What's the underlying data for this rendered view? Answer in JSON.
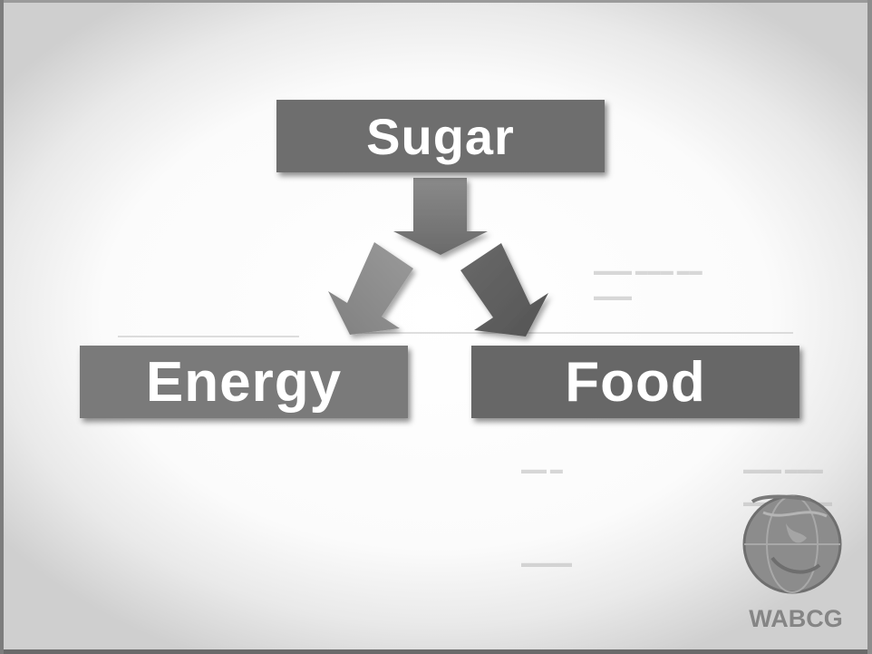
{
  "diagram": {
    "source": {
      "label": "Sugar"
    },
    "targets": [
      {
        "label": "Energy"
      },
      {
        "label": "Food"
      }
    ],
    "edges": [
      {
        "from": "Sugar",
        "to": "Energy"
      },
      {
        "from": "Sugar",
        "to": "Food"
      }
    ]
  },
  "branding": {
    "logo_text": "WABCG",
    "logo_icon": "globe-icon"
  },
  "colors": {
    "sugar_box": "#6e6e6e",
    "energy_box": "#7a7a7a",
    "food_box": "#676767",
    "arrow_down": "#707070",
    "arrow_left": "#8a8a8a",
    "arrow_right": "#5e5e5e"
  }
}
